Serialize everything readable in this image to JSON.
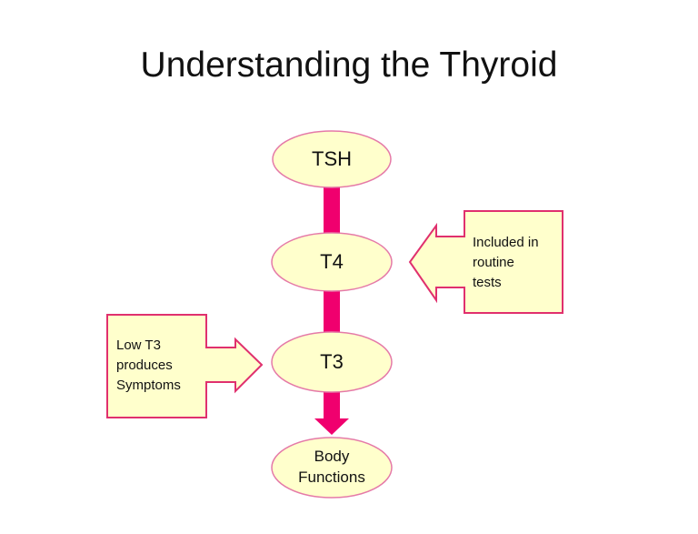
{
  "title": "Understanding the Thyroid",
  "nodes": {
    "tsh": {
      "label": "TSH"
    },
    "t4": {
      "label": "T4"
    },
    "t3": {
      "label": "T3"
    },
    "body_functions": {
      "label": "Body\nFunctions"
    }
  },
  "callouts": {
    "routine_tests": {
      "text": "Included in\nroutine\ntests"
    },
    "low_t3": {
      "text": "Low T3\nproduces\nSymptoms"
    }
  },
  "colors": {
    "connector": "#f0006e",
    "node_fill": "#ffffcc",
    "node_border": "#e57aa8",
    "callout_fill": "#ffffcc",
    "callout_border": "#e0306e"
  }
}
